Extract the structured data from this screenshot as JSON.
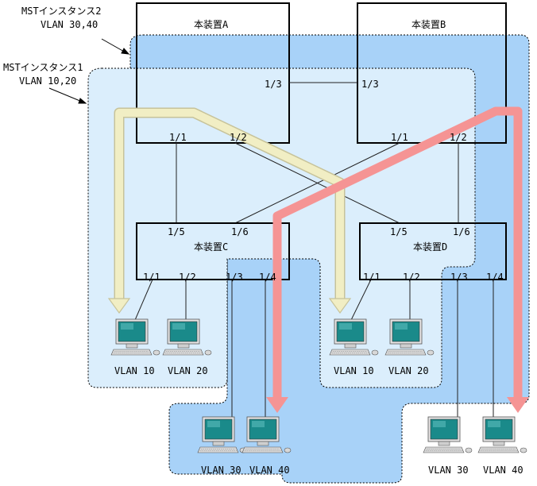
{
  "annotations": {
    "mst2_name": "MSTインスタンス2",
    "mst2_vlans": "VLAN 30,40",
    "mst1_name": "MSTインスタンス1",
    "mst1_vlans": "VLAN 10,20"
  },
  "devices": {
    "a": {
      "name": "本装置A",
      "p11": "1/1",
      "p12": "1/2",
      "p13": "1/3"
    },
    "b": {
      "name": "本装置B",
      "p11": "1/1",
      "p12": "1/2",
      "p13": "1/3"
    },
    "c": {
      "name": "本装置C",
      "p15": "1/5",
      "p16": "1/6",
      "p11": "1/1",
      "p12": "1/2",
      "p13": "1/3",
      "p14": "1/4"
    },
    "d": {
      "name": "本装置D",
      "p15": "1/5",
      "p16": "1/6",
      "p11": "1/1",
      "p12": "1/2",
      "p13": "1/3",
      "p14": "1/4"
    }
  },
  "terminals": {
    "c_v10": "VLAN 10",
    "c_v20": "VLAN 20",
    "c_v30": "VLAN 30",
    "c_v40": "VLAN 40",
    "d_v10": "VLAN 10",
    "d_v20": "VLAN 20",
    "d_v30": "VLAN 30",
    "d_v40": "VLAN 40"
  },
  "icons": {
    "terminal": "desktop-computer-icon",
    "path_mst1": "yellow-arrow-path",
    "path_mst2": "red-arrow-path"
  },
  "colors": {
    "mst2_region": "#a8d2f8",
    "mst1_region": "#dbeefc",
    "path_mst1": "#f1eec4",
    "path_mst2": "#f59494",
    "monitor_screen": "#1a8a8a"
  }
}
